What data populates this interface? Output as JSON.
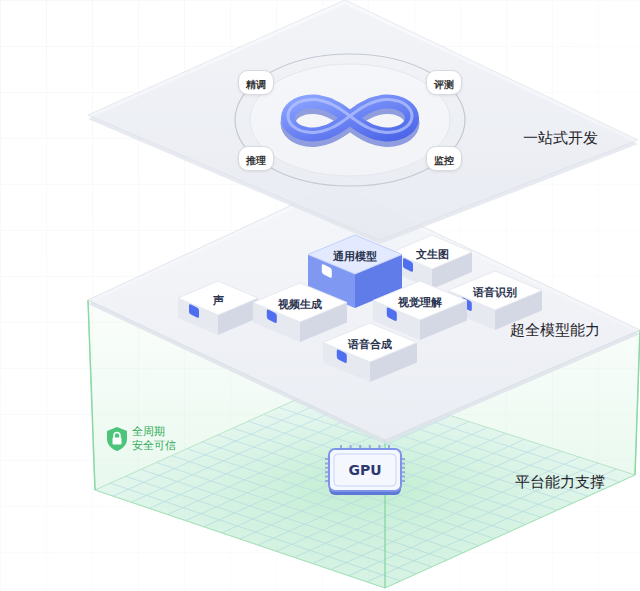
{
  "diagram": {
    "nodes": [
      {
        "text": [
          "一站式开发"
        ]
      },
      {
        "text": [
          "精调"
        ],
        "in": 0
      },
      {
        "text": [
          "评测"
        ],
        "in": 0
      },
      {
        "text": [
          "推理"
        ],
        "in": 0
      },
      {
        "text": [
          "监控"
        ],
        "in": 0
      },
      {
        "text": [
          "超全模型能力"
        ]
      },
      {
        "text": [
          "通用模型"
        ],
        "in": 5
      },
      {
        "text": [
          "文生图"
        ],
        "in": 5
      },
      {
        "text": [
          "声"
        ],
        "in": 5
      },
      {
        "text": [
          "视频生成"
        ],
        "in": 5
      },
      {
        "text": [
          "视觉理解"
        ],
        "in": 5
      },
      {
        "text": [
          "语音识别"
        ],
        "in": 5
      },
      {
        "text": [
          "语音合成"
        ],
        "in": 5
      },
      {
        "text": [
          "平台能力支撑"
        ]
      },
      {
        "text": [
          "全周期 安全可信"
        ],
        "in": 13
      },
      {
        "text": [
          "GPU"
        ],
        "in": 13
      }
    ]
  }
}
